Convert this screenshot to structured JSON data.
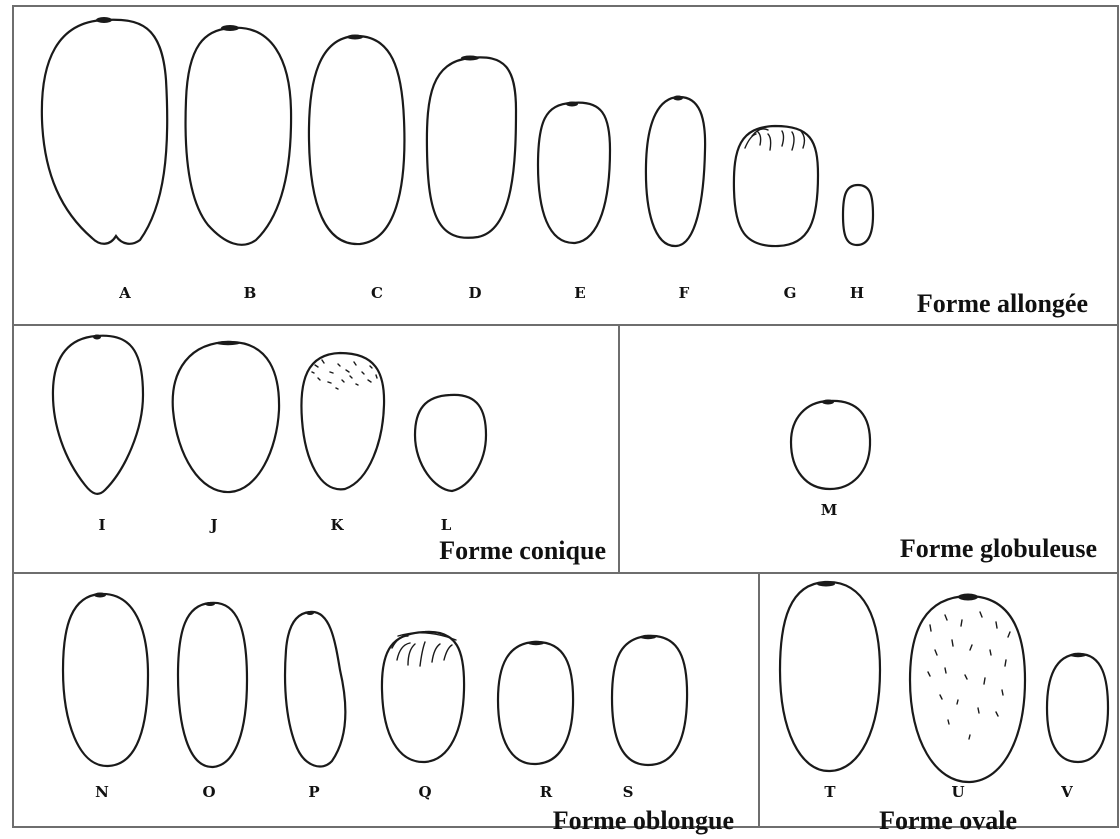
{
  "sections": [
    {
      "id": "allongee",
      "title": "Forme allongée",
      "letters": [
        "A",
        "B",
        "C",
        "D",
        "E",
        "F",
        "G",
        "H"
      ]
    },
    {
      "id": "conique",
      "title": "Forme conique",
      "letters": [
        "I",
        "J",
        "K",
        "L"
      ]
    },
    {
      "id": "globuleuse",
      "title": "Forme globuleuse",
      "letters": [
        "M"
      ]
    },
    {
      "id": "oblongue",
      "title": "Forme oblongue",
      "letters": [
        "N",
        "O",
        "P",
        "Q",
        "R",
        "S"
      ]
    },
    {
      "id": "ovale",
      "title": "Forme ovale",
      "letters": [
        "T",
        "U",
        "V"
      ]
    }
  ]
}
